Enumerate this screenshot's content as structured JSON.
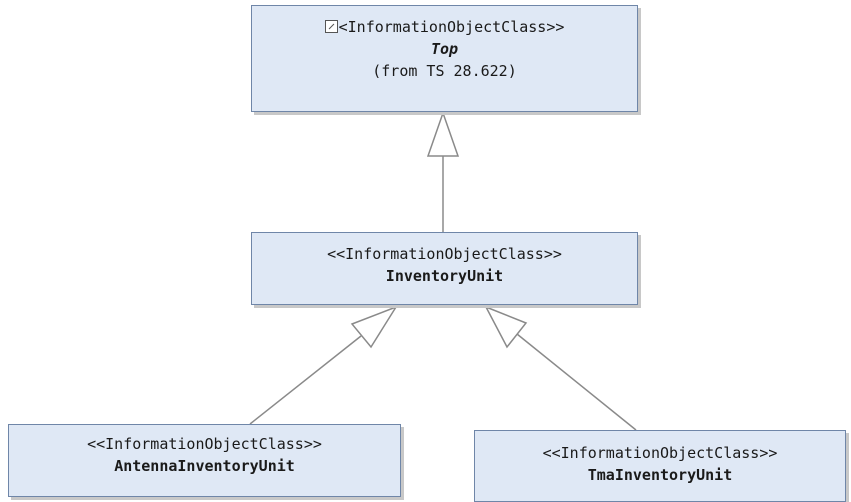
{
  "diagram": {
    "classes": {
      "top": {
        "stereotype": "«InformationObjectClass»",
        "stereotype_text": "<InformationObjectClass>>",
        "name": "Top",
        "from": "(from TS 28.622)"
      },
      "inventory_unit": {
        "stereotype": "<<InformationObjectClass>>",
        "name": "InventoryUnit"
      },
      "antenna_inventory_unit": {
        "stereotype": "<<InformationObjectClass>>",
        "name": "AntennaInventoryUnit"
      },
      "tma_inventory_unit": {
        "stereotype": "<<InformationObjectClass>>",
        "name": "TmaInventoryUnit"
      }
    },
    "colors": {
      "box_fill": "#dfe8f5",
      "box_border": "#6f86a8",
      "edge": "#8a8a8a"
    }
  }
}
